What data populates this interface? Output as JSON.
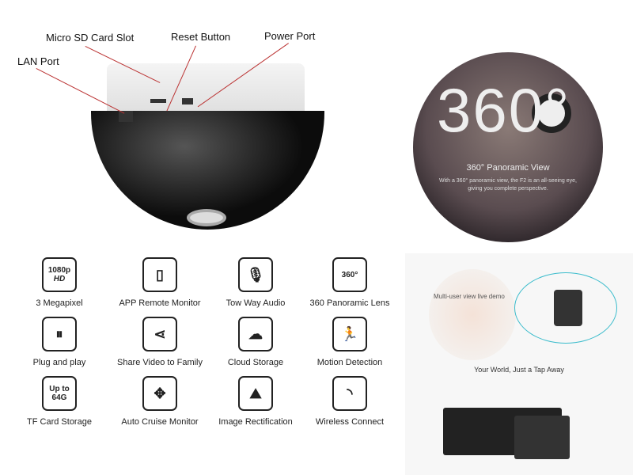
{
  "callouts": {
    "lan": "LAN Port",
    "sd": "Micro SD Card Slot",
    "reset": "Reset Button",
    "power": "Power Port"
  },
  "panorama": {
    "big": "360°",
    "title": "360° Panoramic View",
    "desc": "With a 360° panoramic view, the F2 is an all-seeing eye, giving you complete perspective."
  },
  "features": [
    {
      "icon": "1080p",
      "sub": "HD",
      "label": "3 Megapixel",
      "name": "hd-icon"
    },
    {
      "icon": "▯",
      "label": "APP Remote Monitor",
      "name": "phone-icon"
    },
    {
      "icon": "🎙",
      "label": "Tow Way Audio",
      "name": "microphone-icon"
    },
    {
      "icon": "360°",
      "label": "360 Panoramic Lens",
      "name": "panorama-icon"
    },
    {
      "icon": "⏸",
      "label": "Plug and play",
      "name": "plug-play-icon"
    },
    {
      "icon": "⋖",
      "label": "Share Video to Family",
      "name": "share-icon"
    },
    {
      "icon": "☁",
      "label": "Cloud Storage",
      "name": "cloud-icon"
    },
    {
      "icon": "🏃",
      "label": "Motion Detection",
      "name": "motion-icon"
    },
    {
      "icon": "Up to 64G",
      "label": "TF Card Storage",
      "name": "sd-card-icon"
    },
    {
      "icon": "✥",
      "label": "Auto Cruise Monitor",
      "name": "cruise-icon"
    },
    {
      "icon": "⛰",
      "label": "Image Rectification",
      "name": "image-icon"
    },
    {
      "icon": "◝",
      "label": "Wireless Connect",
      "name": "wireless-icon"
    }
  ],
  "demo": {
    "title": "Multi-user view live demo",
    "tagline": "Your World, Just a Tap Away"
  }
}
